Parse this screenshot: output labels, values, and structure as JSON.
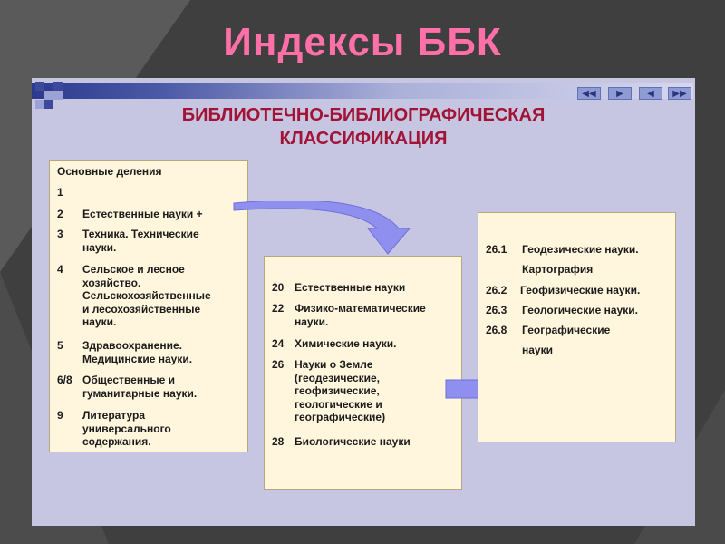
{
  "slide_title": "Индексы ББК",
  "heading": {
    "line1": "БИБЛИОТЕЧНО-БИБЛИОГРАФИЧЕСКАЯ",
    "line2": "КЛАССИФИКАЦИЯ"
  },
  "nav_icons": [
    "nav-first-icon",
    "nav-next-icon",
    "nav-prev-icon",
    "nav-last-icon"
  ],
  "colors": {
    "title": "#ff6fa8",
    "heading": "#a21436",
    "box": "#fff6dd",
    "arrow": "#8f8ff0",
    "slide": "#c7c6e2"
  },
  "box1": {
    "header": "Основные деления",
    "items": [
      {
        "num": "1",
        "text": ""
      },
      {
        "num": "2",
        "text": "Естественные науки +"
      },
      {
        "num": "3",
        "text": "Техника. Технические\nнауки."
      },
      {
        "num": "4",
        "text": "Сельское и лесное\nхозяйство.\nСельскохозяйственные\nи лесохозяйственные\nнауки."
      },
      {
        "num": "5",
        "text": "Здравоохранение.\nМедицинские науки."
      },
      {
        "num": "6/8",
        "text": "Общественные и\nгуманитарные науки."
      },
      {
        "num": "9",
        "text": "Литература\nуниверсального\nсодержания."
      }
    ]
  },
  "box2": {
    "items": [
      {
        "num": "20",
        "text": "Естественные науки"
      },
      {
        "num": "22",
        "text": "Физико-математические\nнауки."
      },
      {
        "num": "24",
        "text": "Химические науки."
      },
      {
        "num": "26",
        "text": "Науки о Земле\n(геодезические,\nгеофизические,\nгеологические и\nгеографические)"
      },
      {
        "num": "28",
        "text": "Биологические науки"
      }
    ]
  },
  "box3": {
    "items": [
      {
        "num": "26.1",
        "text": "Геодезические науки.\nКартография"
      },
      {
        "num": "26.2",
        "text": "Геофизические науки."
      },
      {
        "num": "26.3",
        "text": "Геологические науки."
      },
      {
        "num": "26.8",
        "text": "Географические\nнауки"
      }
    ]
  }
}
